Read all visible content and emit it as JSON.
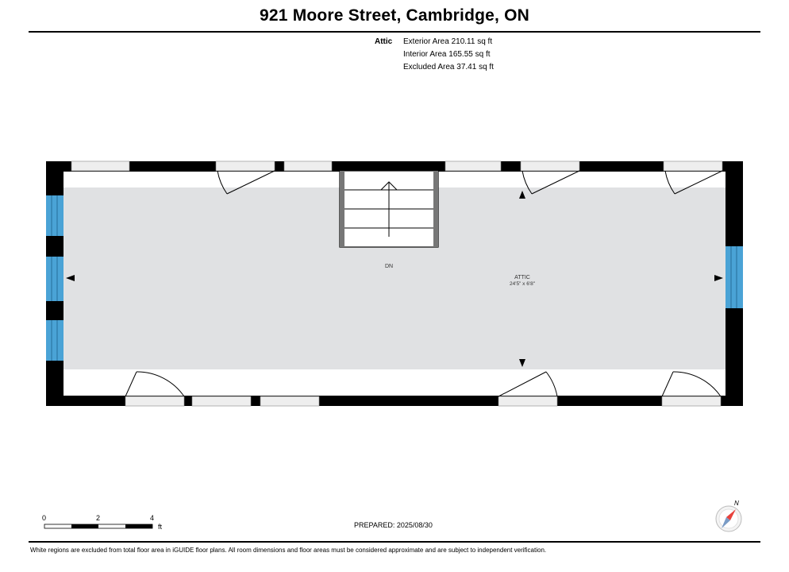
{
  "header": {
    "title": "921 Moore Street, Cambridge, ON"
  },
  "areas": {
    "floor_label": "Attic",
    "exterior": "Exterior Area 210.11 sq ft",
    "interior": "Interior Area 165.55 sq ft",
    "excluded": "Excluded Area 37.41 sq ft"
  },
  "room": {
    "name": "ATTIC",
    "dimensions": "24'5\" x 6'8\"",
    "stair_label": "DN"
  },
  "scale": {
    "tick_0": "0",
    "tick_2": "2",
    "tick_4": "4",
    "unit": "ft"
  },
  "prepared": "PREPARED:  2025/08/30",
  "compass": {
    "north_label": "N"
  },
  "footer": {
    "note": "White regions are excluded from total floor area in iGUIDE floor plans. All room dimensions and floor areas must be considered approximate and are subject to independent verification."
  },
  "colors": {
    "wall": "#000000",
    "floor": "#e0e1e3",
    "window": "#4aa3d6",
    "door_fill": "#eeeeee",
    "compass_red": "#e8413c"
  }
}
